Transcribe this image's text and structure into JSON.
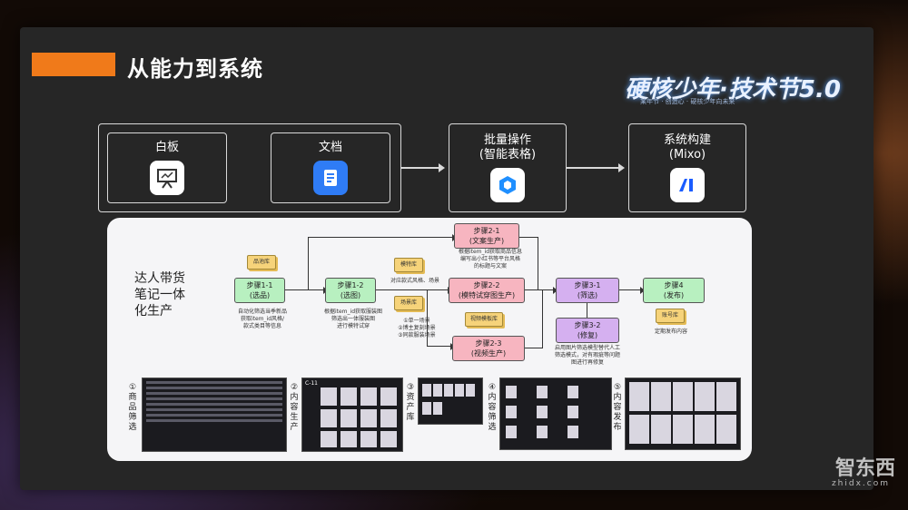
{
  "slide": {
    "title": "从能力到系统",
    "event_logo": "硬核少年·技术节5.0",
    "event_slogan": "某年节 · 创造心 · 硬核少年向未来"
  },
  "tools": {
    "whiteboard": "白板",
    "document": "文档",
    "batch_ops": "批量操作\n(智能表格)",
    "system_build": "系统构建\n(Mixo)"
  },
  "workflow": {
    "title": "达人带货\n笔记一体\n化生产",
    "steps": {
      "s11": "步骤1-1\n(选品)",
      "s12": "步骤1-2\n(选图)",
      "s21": "步骤2-1\n(文案生产)",
      "s22": "步骤2-2\n(模特试穿图生产)",
      "s23": "步骤2-3\n(视频生产)",
      "s31": "步骤3-1\n(筛选)",
      "s32": "步骤3-2\n(修复)",
      "s4": "步骤4\n(发布)"
    },
    "tags": {
      "product_lib": "品池库",
      "model_lib": "模特库",
      "scene_lib": "场景库",
      "video_lib": "视频模板库",
      "account_lib": "账号库"
    },
    "notes": {
      "n11": "自动化筛选当季新品\n获取item_id风格/\n款式类目等信息",
      "n12": "根据item_id获取服装图\n筛选出一体服装图\n进行模特试穿",
      "n21": "根据item_id获取商品信息\n编写出小红书等平台风格\n的标题与文案",
      "n22": "对应款式风格、场景",
      "n22b": "①单一场景\n②博主复刻场景\n③同款服装场景",
      "n32": "启用图片筛选模型替代人工\n筛选模式，对有瑕疵等问题\n图进行再修复",
      "n4": "定期发布内容"
    }
  },
  "screenshots": {
    "c1": "①商品筛选",
    "c2": "②内容生产",
    "c3": "③资产库",
    "c4": "④内容筛选",
    "c5": "⑤内容发布",
    "thumb2_header": "C-11"
  },
  "watermark": {
    "brand": "智东西",
    "url": "zhidx.com"
  }
}
